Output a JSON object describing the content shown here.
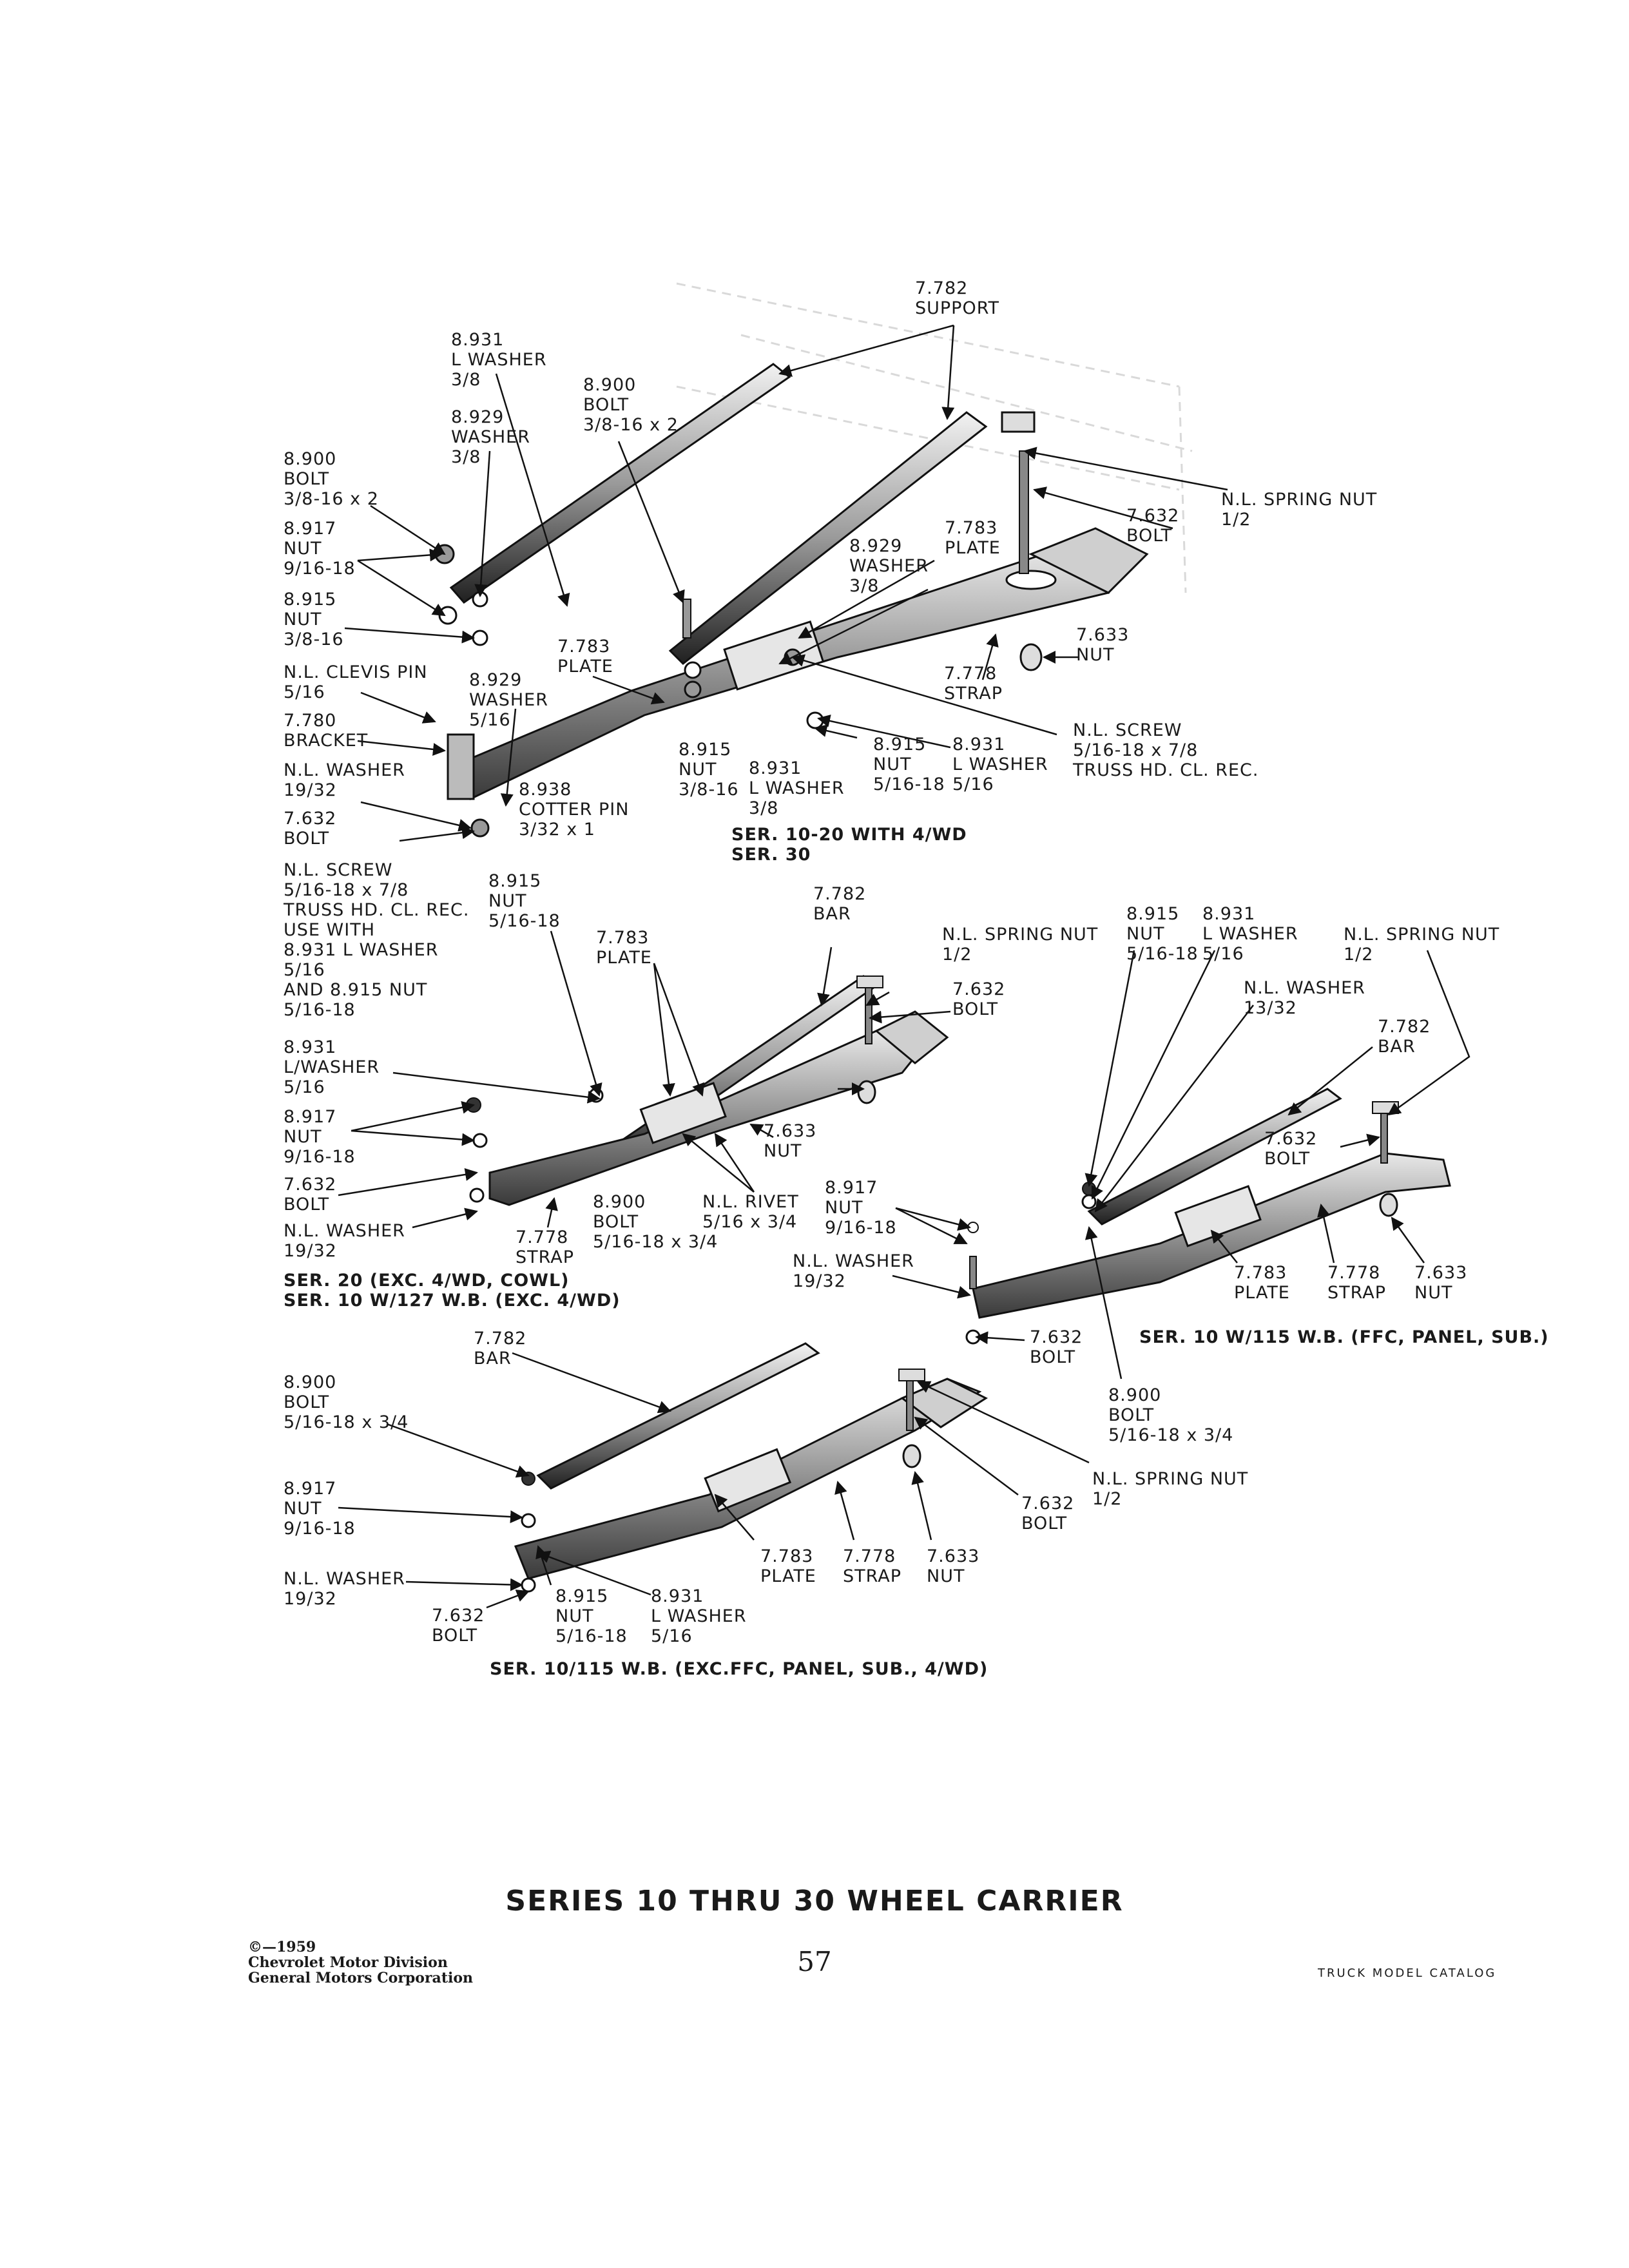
{
  "page": {
    "title": "SERIES 10 THRU 30 WHEEL CARRIER",
    "number": "57",
    "copyright": "©—1959\nChevrolet Motor Division\nGeneral Motors Corporation",
    "catalog": "TRUCK MODEL CATALOG"
  },
  "diagram1": {
    "caption": "SER. 10-20 WITH 4/WD\nSER. 30",
    "labels": [
      "7.782\nSUPPORT",
      "8.931\nL WASHER\n3/8",
      "8.900\nBOLT\n3/8-16 x 2",
      "8.929\nWASHER\n3/8",
      "8.900\nBOLT\n3/8-16 x 2",
      "8.917\nNUT\n9/16-18",
      "8.915\nNUT\n3/8-16",
      "N.L. CLEVIS PIN\n5/16",
      "7.780\nBRACKET",
      "N.L. WASHER\n19/32",
      "7.632\nBOLT",
      "7.783\nPLATE",
      "8.929\nWASHER\n5/16",
      "8.938\nCOTTER PIN\n3/32 x 1",
      "8.915\nNUT\n3/8-16",
      "8.931\nL WASHER\n3/8",
      "8.929\nWASHER\n3/8",
      "7.783\nPLATE",
      "7.632\nBOLT",
      "N.L. SPRING NUT\n1/2",
      "7.633\nNUT",
      "7.778\nSTRAP",
      "8.915\nNUT\n5/16-18",
      "8.931\nL WASHER\n5/16",
      "N.L. SCREW\n5/16-18 x 7/8\nTRUSS HD. CL. REC."
    ]
  },
  "note": {
    "text": "N.L. SCREW\n5/16-18 x 7/8\nTRUSS HD. CL. REC.\nUSE WITH\n8.931 L WASHER\n5/16\nAND 8.915 NUT\n5/16-18"
  },
  "diagram2": {
    "caption": "SER. 20 (EXC. 4/WD, COWL)\nSER. 10 W/127 W.B. (EXC. 4/WD)",
    "labels": [
      "8.915\nNUT\n5/16-18",
      "7.783\nPLATE",
      "7.782\nBAR",
      "N.L. SPRING NUT\n1/2",
      "7.632\nBOLT",
      "8.931\nL/WASHER\n5/16",
      "8.917\nNUT\n9/16-18",
      "7.632\nBOLT",
      "N.L. WASHER\n19/32",
      "7.778\nSTRAP",
      "8.900\nBOLT\n5/16-18 x 3/4",
      "N.L. RIVET\n5/16 x 3/4",
      "7.633\nNUT"
    ]
  },
  "diagram3": {
    "caption": "SER. 10 W/115 W.B. (FFC, PANEL, SUB.)",
    "labels": [
      "8.915\nNUT\n5/16-18",
      "8.931\nL WASHER\n5/16",
      "N.L. SPRING NUT\n1/2",
      "N.L. WASHER\n13/32",
      "7.782\nBAR",
      "7.632\nBOLT",
      "8.917\nNUT\n9/16-18",
      "N.L. WASHER\n19/32",
      "7.632\nBOLT",
      "7.783\nPLATE",
      "7.778\nSTRAP",
      "7.633\nNUT",
      "8.900\nBOLT\n5/16-18 x 3/4"
    ]
  },
  "diagram4": {
    "caption": "SER. 10/115 W.B. (EXC.FFC, PANEL, SUB., 4/WD)",
    "labels": [
      "7.782\nBAR",
      "8.900\nBOLT\n5/16-18 x 3/4",
      "8.917\nNUT\n9/16-18",
      "N.L. WASHER\n19/32",
      "7.632\nBOLT",
      "8.915\nNUT\n5/16-18",
      "8.931\nL WASHER\n5/16",
      "7.783\nPLATE",
      "7.778\nSTRAP",
      "7.633\nNUT",
      "7.632\nBOLT",
      "N.L. SPRING NUT\n1/2"
    ]
  }
}
